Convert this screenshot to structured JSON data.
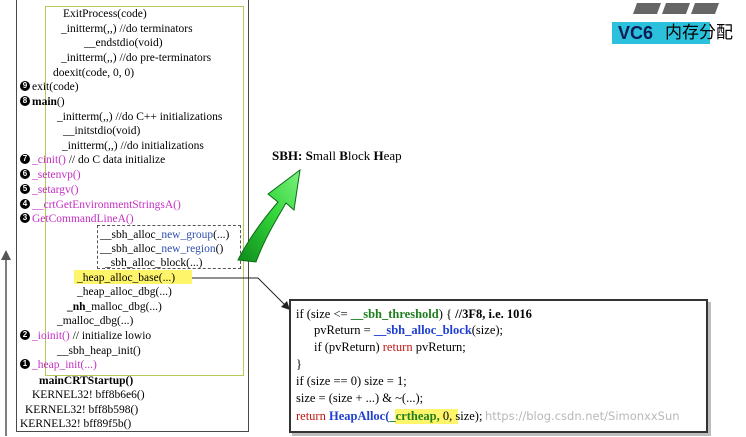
{
  "brand": {
    "vc6": "VC6",
    "rest": "内存分配"
  },
  "sbh_title": {
    "b1": "SBH:",
    "w1": " ",
    "b2": "S",
    "w2": "mall ",
    "b3": "B",
    "w3": "lock ",
    "b4": "H",
    "w4": "eap"
  },
  "stack": {
    "exitprocess": "ExitProcess(code)",
    "initterm_terminators": "_initterm(,,)     //do terminators",
    "endstdio": "__endstdio(void)",
    "initterm_pre_terminators": "_initterm(,,)     //do pre-terminators",
    "doexit": "doexit(code, 0, 0)",
    "exit": "exit(code)",
    "main": "main",
    "main_parens": "()",
    "initterm_cpp": "_initterm(,,)    //do C++ initializations",
    "initstdio": "__initstdio(void)",
    "initterm_init": "_initterm(,,)    //do initializations",
    "cinit": "_cinit()",
    "cinit_comment": "   // do C data initialize",
    "setenvp": "_setenvp()",
    "setargv": "_setargv()",
    "crtgetenv": "__crtGetEnvironmentStringsA()",
    "getcmdline": "GetCommandLineA()",
    "sbh_new_group_a": "__sbh_alloc_",
    "sbh_new_group_b": "new_group",
    "sbh_new_group_c": "(...)",
    "sbh_new_region_a": "__sbh_alloc_",
    "sbh_new_region_b": "new_region",
    "sbh_new_region_c": "()",
    "sbh_alloc_block": "_sbh_alloc_block(...)",
    "heap_alloc_base": "_heap_alloc_base(...)",
    "heap_alloc_dbg": "_heap_alloc_dbg(...)",
    "nh_prefix": "_nh",
    "nh_rest": "_malloc_dbg(...)",
    "malloc_dbg": "_malloc_dbg(...)",
    "ioinit": "_ioinit()",
    "ioinit_comment": "  // initialize lowio",
    "sbh_heap_init": "__sbh_heap_init()",
    "heap_init": "_heap_init(...)",
    "maincrtstartup": "mainCRTStartup()",
    "kernel1": "KERNEL32! bff8b6e6()",
    "kernel2": "KERNEL32! bff8b598()",
    "kernel3": "KERNEL32! bff89f5b()"
  },
  "markers": {
    "m9": "9",
    "m8": "8",
    "m7": "7",
    "m6": "6",
    "m5": "5",
    "m4": "4",
    "m3": "3",
    "m2": "2",
    "m1": "1"
  },
  "code": {
    "l1a": "if (size <= ",
    "l1b": "__sbh_threshold",
    "l1c": ") {     ",
    "l1d": "//3F8, i.e. 1016",
    "l2a": "pvReturn = ",
    "l2b": "__sbh_alloc_block",
    "l2c": "(size);",
    "l3a": "if (pvReturn)  ",
    "l3b": "return",
    "l3c": " pvReturn;",
    "l4": "}",
    "l5": "if (size == 0)  size = 1;",
    "l6": "size = (size + ...) & ~(...);",
    "l7a": "return",
    "l7b": " ",
    "l7c": "HeapAlloc(",
    "l7d": "_crtheap,",
    "l7e": " 0, size);"
  },
  "watermark": "https://blog.csdn.net/SimonxxSun",
  "colors": {
    "magenta": "#c42fc4",
    "blue": "#2f4fb0",
    "highlight": "#fff56a",
    "brand": "#2bc1dd",
    "arrow": "#22c42e"
  }
}
